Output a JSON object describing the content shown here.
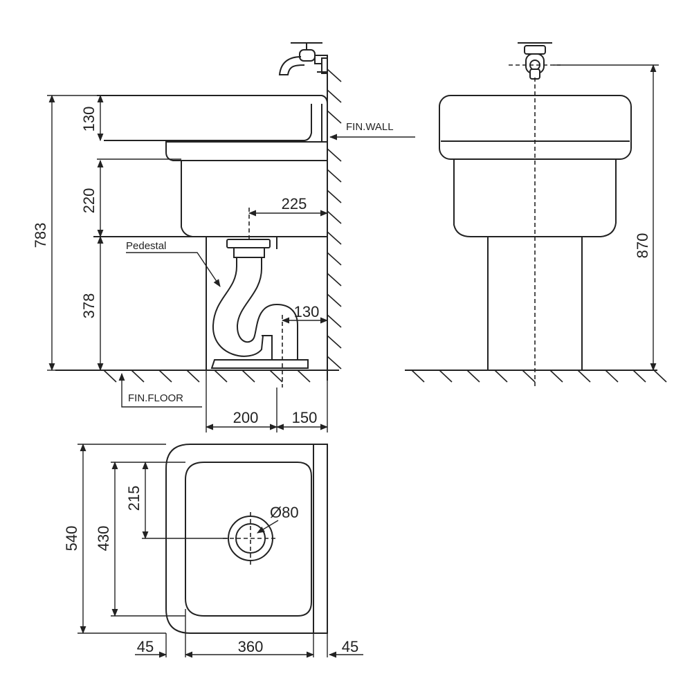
{
  "labels": {
    "fin_wall": "FIN.WALL",
    "fin_floor": "FIN.FLOOR",
    "pedestal": "Pedestal"
  },
  "dimensions": {
    "overall_height": "783",
    "rim_height": "130",
    "basin_depth": "220",
    "pedestal_height": "378",
    "drain_offset": "225",
    "trap_offset": "130",
    "pedestal_depth": "200",
    "wall_gap": "150",
    "front_height": "870",
    "plan_depth": "540",
    "bowl_depth": "430",
    "drain_to_back": "215",
    "drain_diameter": "Ø80",
    "left_rim": "45",
    "bowl_width": "360",
    "right_rim": "45"
  }
}
